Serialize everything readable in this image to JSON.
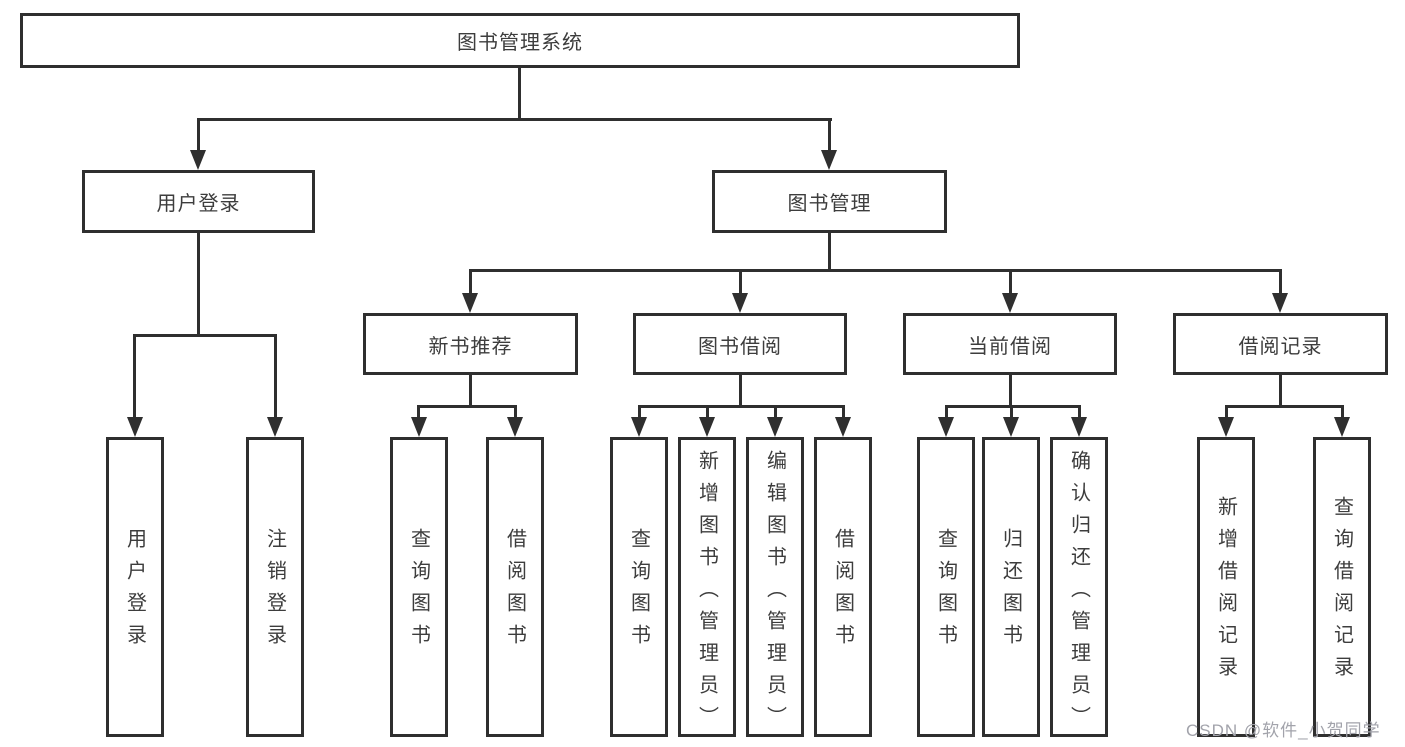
{
  "diagram": {
    "type": "hierarchy-tree",
    "title": "图书管理系统"
  },
  "nodes": {
    "root": "图书管理系统",
    "user_login": "用户登录",
    "book_mgmt": "图书管理",
    "new_book_rec": "新书推荐",
    "book_borrow": "图书借阅",
    "current_borrow": "当前借阅",
    "borrow_records": "借阅记录",
    "user_login_leaf": "用户登录",
    "logout_leaf": "注销登录",
    "nbr_query": "查询图书",
    "nbr_borrow": "借阅图书",
    "bb_query": "查询图书",
    "bb_add": "新增图书（管理员）",
    "bb_edit": "编辑图书（管理员）",
    "bb_borrow": "借阅图书",
    "cb_query": "查询图书",
    "cb_return": "归还图书",
    "cb_confirm": "确认归还（管理员）",
    "br_add": "新增借阅记录",
    "br_query": "查询借阅记录"
  },
  "structure": {
    "图书管理系统": [
      "用户登录",
      "图书管理"
    ],
    "用户登录": [
      "用户登录",
      "注销登录"
    ],
    "图书管理": [
      "新书推荐",
      "图书借阅",
      "当前借阅",
      "借阅记录"
    ],
    "新书推荐": [
      "查询图书",
      "借阅图书"
    ],
    "图书借阅": [
      "查询图书",
      "新增图书（管理员）",
      "编辑图书（管理员）",
      "借阅图书"
    ],
    "当前借阅": [
      "查询图书",
      "归还图书",
      "确认归还（管理员）"
    ],
    "借阅记录": [
      "新增借阅记录",
      "查询借阅记录"
    ]
  },
  "watermark": {
    "text": "CSDN @软件_小贺同学"
  },
  "colors": {
    "line": "#2f2f2f",
    "text": "#3d3d3d",
    "background": "#ffffff",
    "watermark": "#a2a3ab"
  }
}
